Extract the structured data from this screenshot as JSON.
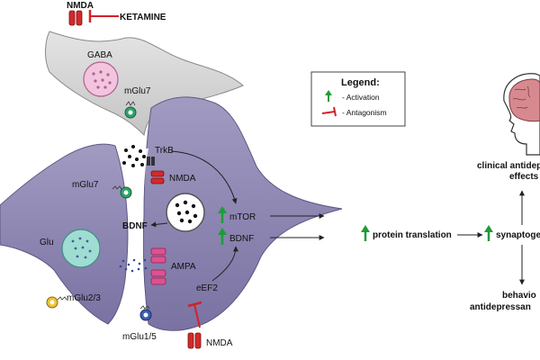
{
  "labels": {
    "nmda_top": "NMDA",
    "ketamine": "KETAMINE",
    "gaba": "GABA",
    "mglu7_top": "mGlu7",
    "trkb": "TrkB",
    "nmda_mid": "NMDA",
    "mglu7_left": "mGlu7",
    "bdnf_left": "BDNF",
    "mtor": "mTOR",
    "bdnf_right": "BDNF",
    "glu": "Glu",
    "ampa": "AMPA",
    "eef2": "eEF2",
    "mglu23": "mGlu2/3",
    "mglu15": "mGlu1/5",
    "nmda_bottom": "NMDA",
    "protein_translation": "protein translation",
    "synaptogenesis": "synaptoge",
    "clinical_line1": "clinical antidep",
    "clinical_line2": "effects",
    "behavior_line1": "behavio",
    "behavior_line2": "antidepressan"
  },
  "legend": {
    "title": "Legend:",
    "activation": "- Activation",
    "antagonism": "- Antagonism"
  },
  "colors": {
    "neuron_fill": "#8f88b2",
    "glia_fill": "#cfcfcf",
    "activation_arrow": "#1f9b3a",
    "antagonism": "#d3202a",
    "gaba_vesicle": "#f2c4de",
    "glu_vesicle": "#9fdcd2",
    "ampa_receptor": "#e05090"
  }
}
